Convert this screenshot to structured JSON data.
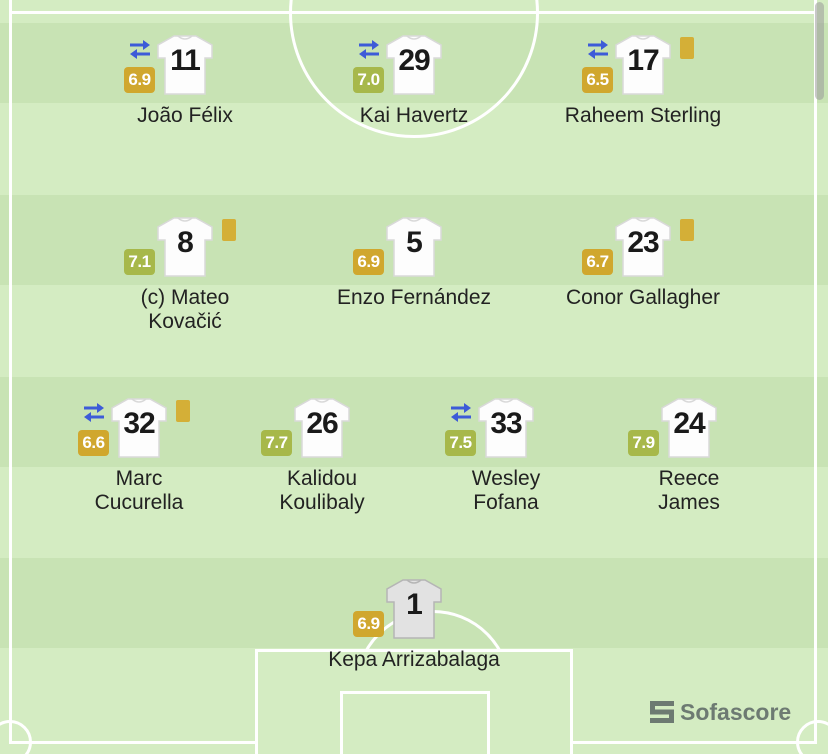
{
  "colors": {
    "pitch_light": "#d4ecc2",
    "pitch_dark": "#c8e3b4",
    "rating_green": "#a7b84a",
    "rating_gold": "#d0a72e",
    "sub_icon": "#3d5bd8",
    "yellow_card": "#d4af37"
  },
  "players": [
    {
      "number": "11",
      "name_lines": [
        "João Félix"
      ],
      "rating": "6.9",
      "rating_level": "gold",
      "sub": true,
      "yellow_card": false
    },
    {
      "number": "29",
      "name_lines": [
        "Kai Havertz"
      ],
      "rating": "7.0",
      "rating_level": "green",
      "sub": true,
      "yellow_card": false
    },
    {
      "number": "17",
      "name_lines": [
        "Raheem Sterling"
      ],
      "rating": "6.5",
      "rating_level": "gold",
      "sub": true,
      "yellow_card": true
    },
    {
      "number": "8",
      "name_lines": [
        "(c) Mateo",
        "Kovačić"
      ],
      "rating": "7.1",
      "rating_level": "green",
      "sub": false,
      "yellow_card": true
    },
    {
      "number": "5",
      "name_lines": [
        "Enzo Fernández"
      ],
      "rating": "6.9",
      "rating_level": "gold",
      "sub": false,
      "yellow_card": false
    },
    {
      "number": "23",
      "name_lines": [
        "Conor Gallagher"
      ],
      "rating": "6.7",
      "rating_level": "gold",
      "sub": false,
      "yellow_card": true
    },
    {
      "number": "32",
      "name_lines": [
        "Marc",
        "Cucurella"
      ],
      "rating": "6.6",
      "rating_level": "gold",
      "sub": true,
      "yellow_card": true
    },
    {
      "number": "26",
      "name_lines": [
        "Kalidou",
        "Koulibaly"
      ],
      "rating": "7.7",
      "rating_level": "green",
      "sub": false,
      "yellow_card": false
    },
    {
      "number": "33",
      "name_lines": [
        "Wesley",
        "Fofana"
      ],
      "rating": "7.5",
      "rating_level": "green",
      "sub": true,
      "yellow_card": false
    },
    {
      "number": "24",
      "name_lines": [
        "Reece",
        "James"
      ],
      "rating": "7.9",
      "rating_level": "green",
      "sub": false,
      "yellow_card": false
    },
    {
      "number": "1",
      "name_lines": [
        "Kepa Arrizabalaga"
      ],
      "rating": "6.9",
      "rating_level": "gold",
      "sub": false,
      "yellow_card": false,
      "goalkeeper": true
    }
  ],
  "brand": {
    "logo_text": "Sofascore",
    "logo_icon": "sofascore-logo-icon"
  }
}
